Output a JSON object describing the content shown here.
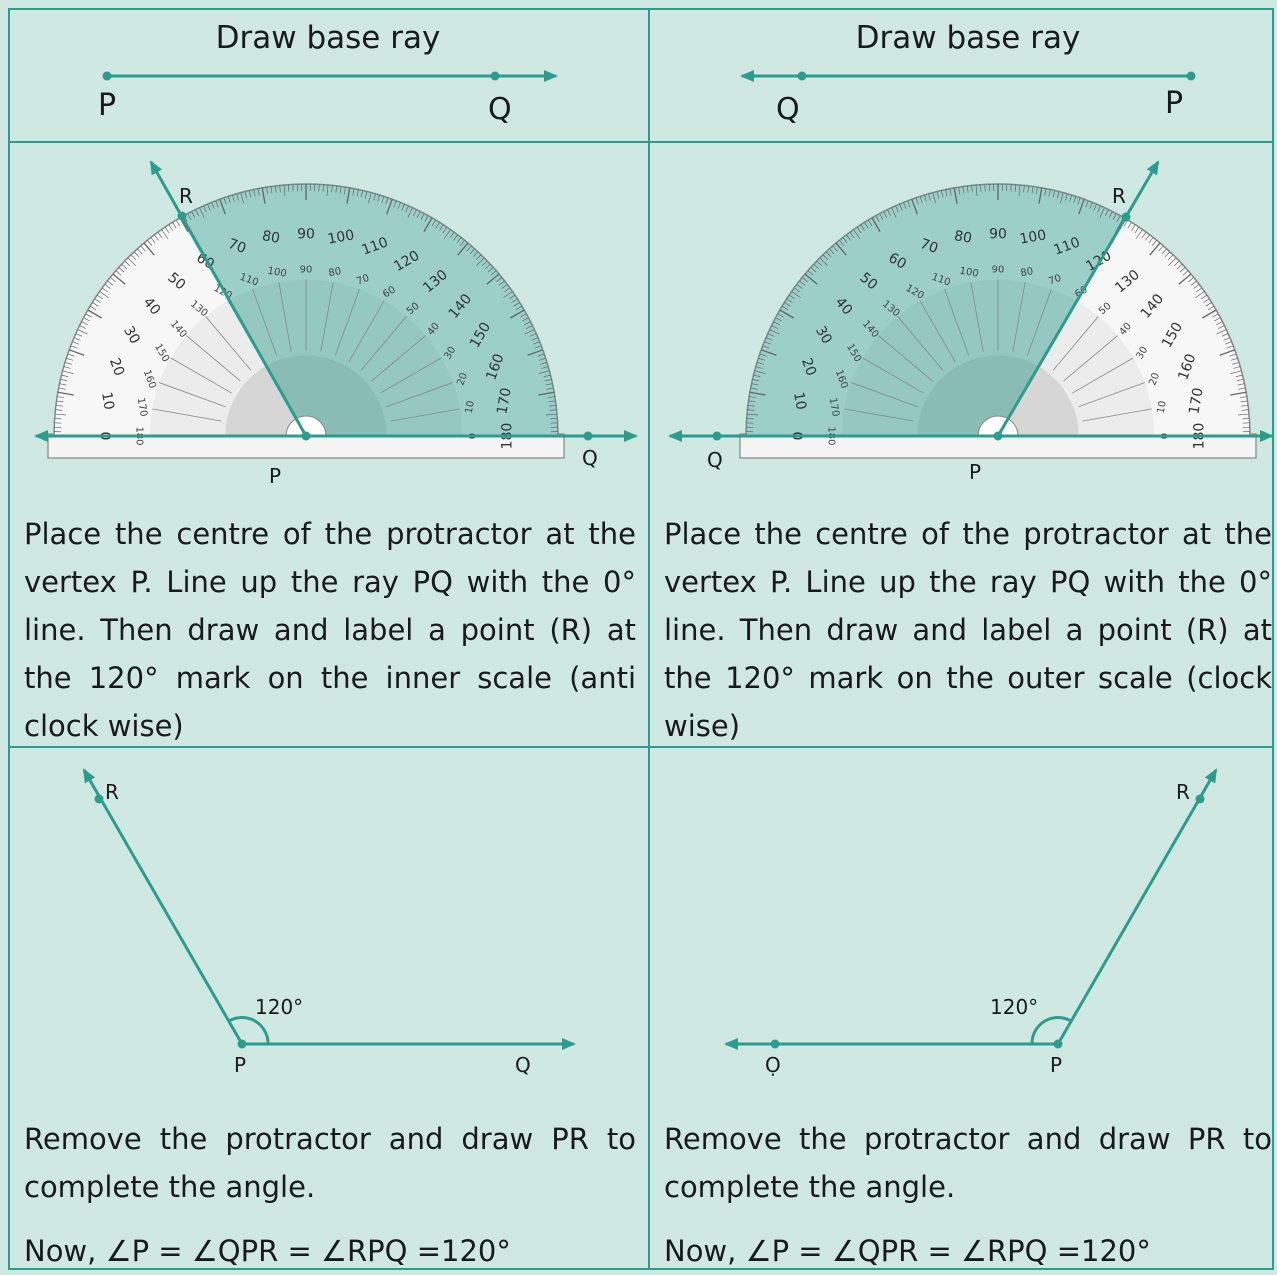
{
  "colors": {
    "accent": "#2a9d8f",
    "background": "#cfe8e2"
  },
  "left": {
    "step1": {
      "title": "Draw base ray",
      "p": "P",
      "q": "Q"
    },
    "step2": {
      "r": "R",
      "p": "P",
      "q": "Q",
      "text": "Place the centre of  the protractor  at the  vertex  P. Line up the ray PQ with the 0° line.  Then  draw and label a point (R) at the 120° mark on the inner scale (anti clock wise)"
    },
    "step3": {
      "r": "R",
      "p": "P",
      "q": "Q",
      "angle": "120°",
      "text1": "Remove the protractor and draw PR to complete the angle.",
      "text2": "Now, ∠P = ∠QPR = ∠RPQ =120°"
    }
  },
  "right": {
    "step1": {
      "title": "Draw base ray",
      "q": "Q",
      "p": "P"
    },
    "step2": {
      "r": "R",
      "p": "P",
      "q": "Q",
      "text": "Place the centre of  the protractor  at the  vertex  P. Line up the ray PQ with the 0° line.  Then  draw and label a point (R) at the 120° mark on the outer scale (clock wise)"
    },
    "step3": {
      "r": "R",
      "p": "P",
      "q": "Ọ",
      "angle": "120°",
      "text1": "Remove the protractor and draw PR to complete the angle.",
      "text2": "Now, ∠P = ∠QPR = ∠RPQ =120°"
    }
  },
  "protractor": {
    "outer_labels": [
      "0",
      "10",
      "20",
      "30",
      "40",
      "50",
      "60",
      "70",
      "80",
      "90",
      "100",
      "110",
      "120",
      "130",
      "140",
      "150",
      "160",
      "170",
      "180"
    ],
    "inner_labels": [
      "180",
      "170",
      "160",
      "150",
      "140",
      "130",
      "120",
      "110",
      "100",
      "90",
      "80",
      "70",
      "60",
      "50",
      "40",
      "30",
      "20",
      "10",
      "0"
    ]
  }
}
